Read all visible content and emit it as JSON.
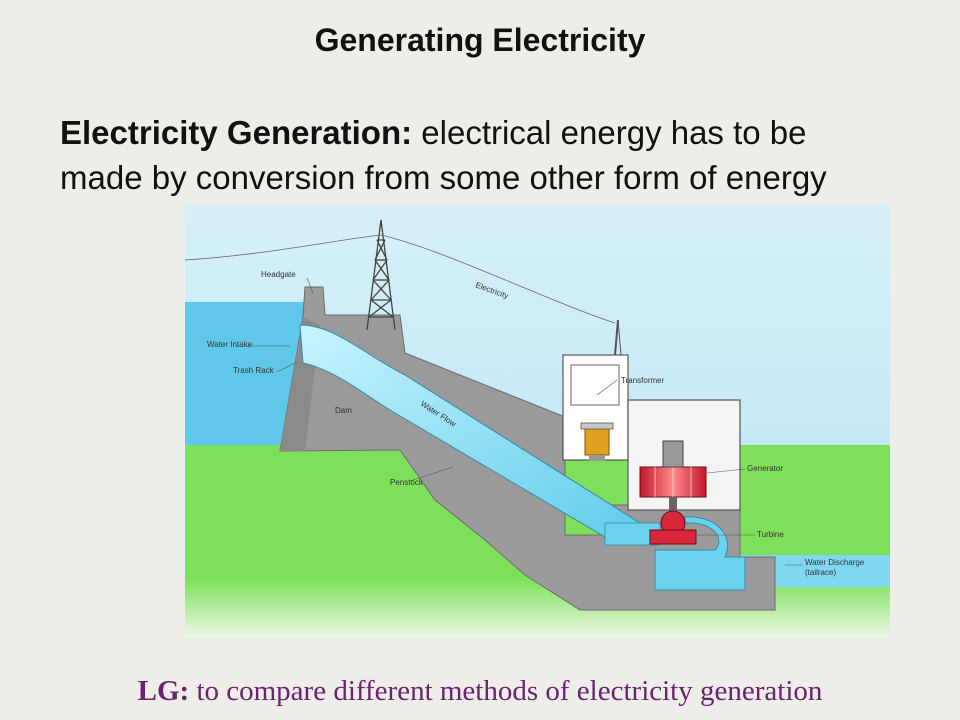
{
  "title": "Generating Electricity",
  "definition": {
    "term": "Electricity Generation:",
    "text": "electrical energy has to be made by conversion from some other form of energy"
  },
  "diagram": {
    "labels": {
      "headgate": "Headgate",
      "water_intake": "Water Intake",
      "trash_rack": "Trash Rack",
      "dam": "Dam",
      "penstock": "Penstock",
      "water_flow": "Water Flow",
      "electricity": "Electricity",
      "transformer": "Transformer",
      "generator": "Generator",
      "turbine": "Turbine",
      "water_discharge": "Water Discharge",
      "tailrace": "(tailrace)"
    }
  },
  "footer": {
    "label": "LG:",
    "text": "to compare different methods of electricity generation"
  }
}
